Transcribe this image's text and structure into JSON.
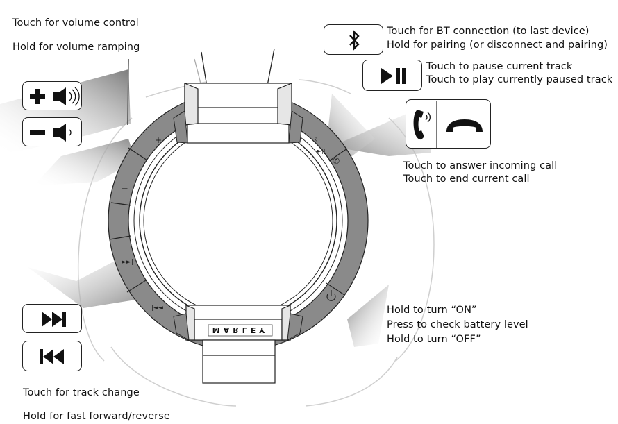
{
  "device": {
    "brand_mark": "MARLEY",
    "ring_icons": [
      "plus-symbol",
      "minus-symbol",
      "fast-forward-symbol",
      "rewind-symbol",
      "bluetooth-symbol",
      "play-pause-symbol",
      "phone-symbol",
      "power-symbol"
    ]
  },
  "volume": {
    "line1": "Touch for volume control",
    "line2": "Hold for volume ramping",
    "buttons": [
      "volume-up-icon",
      "volume-down-icon"
    ]
  },
  "bluetooth": {
    "line1": "Touch for BT connection (to last device)",
    "line2": "Hold for pairing (or disconnect and pairing)"
  },
  "playpause": {
    "line1": "Touch to pause current track",
    "line2": "Touch to play currently paused track"
  },
  "call": {
    "line1": "Touch to answer incoming call",
    "line2": "Touch to end current call"
  },
  "power": {
    "line1": "Hold to turn “ON”",
    "line2": "Press to check battery level",
    "line3": "Hold to turn “OFF”"
  },
  "track": {
    "line1": "Touch for track change",
    "line2": "Hold for fast forward/reverse"
  },
  "colors": {
    "ring": "#8a8a8a",
    "outline": "#222222",
    "callout_shadow": "#9a9a9a"
  }
}
